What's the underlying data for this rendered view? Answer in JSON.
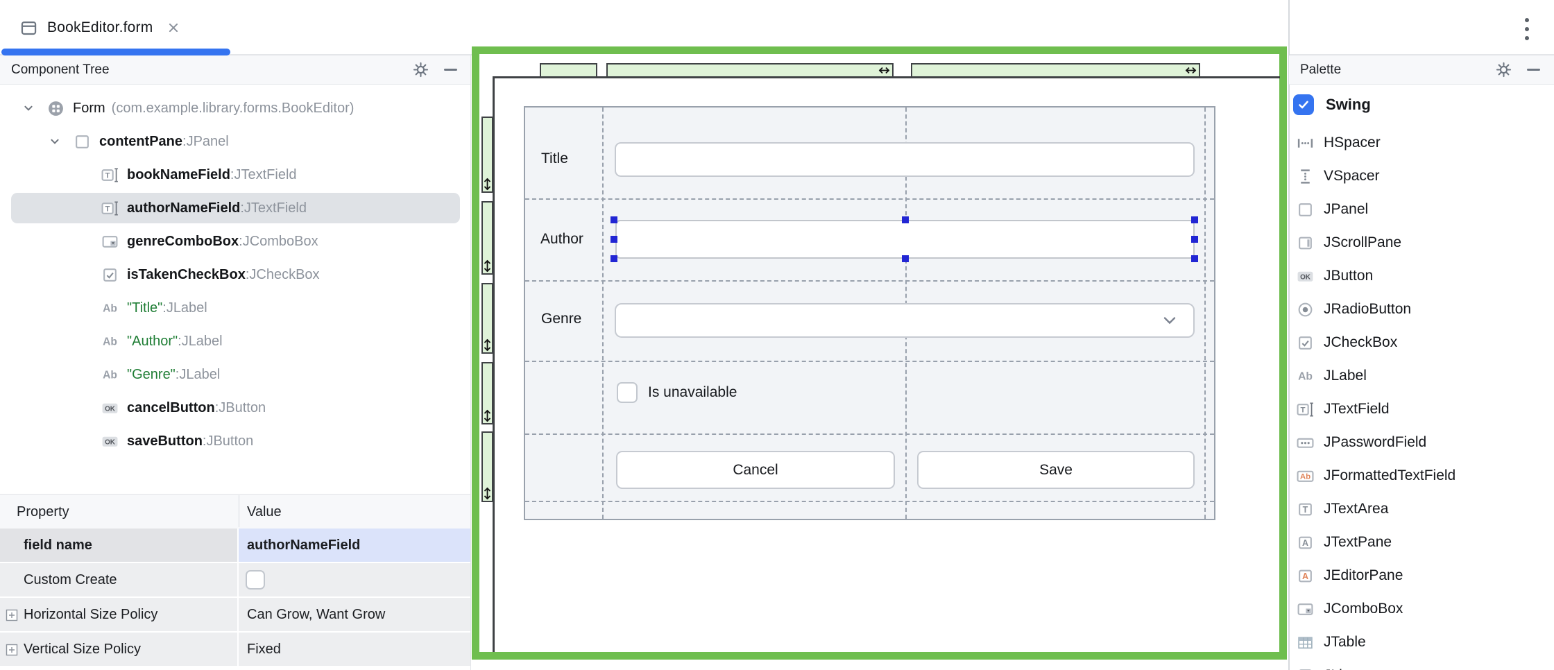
{
  "tab_bar": {
    "tab": {
      "icon": "form-file-icon",
      "title": "BookEditor.form",
      "close_icon": "×"
    },
    "kebab_menu_icon": "⋮"
  },
  "component_tree": {
    "title": "Component Tree",
    "gear_icon": "gear-icon",
    "hide_icon": "minus-icon",
    "type_separator": " : ",
    "rows": [
      {
        "id": "form",
        "icon": "form-icon",
        "name": "Form",
        "suffix": "(com.example.library.forms.BookEditor)",
        "indent": 0,
        "expanded": true,
        "selected": false
      },
      {
        "id": "contentPane",
        "icon": "panel-icon",
        "name": "contentPane",
        "type": "JPanel",
        "indent": 1,
        "expanded": true,
        "bold": true,
        "selected": false
      },
      {
        "id": "bookNameField",
        "icon": "textfield-icon",
        "name": "bookNameField",
        "type": "JTextField",
        "indent": 2,
        "bold": true,
        "selected": false
      },
      {
        "id": "authorNameField",
        "icon": "textfield-icon",
        "name": "authorNameField",
        "type": "JTextField",
        "indent": 2,
        "bold": true,
        "selected": true
      },
      {
        "id": "genreComboBox",
        "icon": "combobox-icon",
        "name": "genreComboBox",
        "type": "JComboBox",
        "indent": 2,
        "bold": true,
        "selected": false
      },
      {
        "id": "isTakenCheckBox",
        "icon": "checkbox-icon",
        "name": "isTakenCheckBox",
        "type": "JCheckBox",
        "indent": 2,
        "bold": true,
        "selected": false
      },
      {
        "id": "titleLabel",
        "icon": "label-icon",
        "name": "\"Title\"",
        "type": "JLabel",
        "indent": 2,
        "string": true,
        "selected": false
      },
      {
        "id": "authorLabel",
        "icon": "label-icon",
        "name": "\"Author\"",
        "type": "JLabel",
        "indent": 2,
        "string": true,
        "selected": false
      },
      {
        "id": "genreLabel",
        "icon": "label-icon",
        "name": "\"Genre\"",
        "type": "JLabel",
        "indent": 2,
        "string": true,
        "selected": false
      },
      {
        "id": "cancelButton",
        "icon": "button-icon",
        "name": "cancelButton",
        "type": "JButton",
        "indent": 2,
        "bold": true,
        "selected": false
      },
      {
        "id": "saveButton",
        "icon": "button-icon",
        "name": "saveButton",
        "type": "JButton",
        "indent": 2,
        "bold": true,
        "selected": false
      }
    ]
  },
  "properties": {
    "columns": [
      "Property",
      "Value"
    ],
    "rows": [
      {
        "property": "field name",
        "value": "authorNameField",
        "selected": true
      },
      {
        "property": "Custom Create",
        "checkbox": true,
        "checked": false
      },
      {
        "property": "Horizontal Size Policy",
        "value": "Can Grow, Want Grow",
        "expandable": true
      },
      {
        "property": "Vertical Size Policy",
        "value": "Fixed",
        "expandable": true
      }
    ]
  },
  "designer": {
    "resize_h_icon": "resize-horizontal-icon",
    "resize_v_icon": "resize-vertical-icon",
    "form": {
      "title_label": "Title",
      "author_label": "Author",
      "genre_label": "Genre",
      "checkbox_label": "Is unavailable",
      "cancel_label": "Cancel",
      "save_label": "Save",
      "selected_component": "authorNameField"
    }
  },
  "palette": {
    "title": "Palette",
    "gear_icon": "gear-icon",
    "hide_icon": "minus-icon",
    "group": {
      "label": "Swing",
      "checked": true
    },
    "items": [
      {
        "label": "HSpacer",
        "icon": "hspacer-icon"
      },
      {
        "label": "VSpacer",
        "icon": "vspacer-icon"
      },
      {
        "label": "JPanel",
        "icon": "panel-icon"
      },
      {
        "label": "JScrollPane",
        "icon": "scrollpane-icon"
      },
      {
        "label": "JButton",
        "icon": "button-icon"
      },
      {
        "label": "JRadioButton",
        "icon": "radiobutton-icon"
      },
      {
        "label": "JCheckBox",
        "icon": "checkbox-icon"
      },
      {
        "label": "JLabel",
        "icon": "label-icon"
      },
      {
        "label": "JTextField",
        "icon": "textfield-icon"
      },
      {
        "label": "JPasswordField",
        "icon": "passwordfield-icon"
      },
      {
        "label": "JFormattedTextField",
        "icon": "formattedtextfield-icon"
      },
      {
        "label": "JTextArea",
        "icon": "textarea-icon"
      },
      {
        "label": "JTextPane",
        "icon": "textpane-icon"
      },
      {
        "label": "JEditorPane",
        "icon": "editorpane-icon"
      },
      {
        "label": "JComboBox",
        "icon": "combobox-icon"
      },
      {
        "label": "JTable",
        "icon": "table-icon"
      },
      {
        "label": "JList",
        "icon": "list-icon",
        "partial": true
      }
    ]
  },
  "colors": {
    "accent_blue": "#3574F0",
    "selection_handle_blue": "#2226d4",
    "canvas_frame_green": "#6fbe4f",
    "grid_bar_green": "#dff3d8",
    "string_green": "#1e7d34",
    "selected_value_bg": "#dbe3fa",
    "selected_tree_row_bg": "#dfe2e6"
  }
}
